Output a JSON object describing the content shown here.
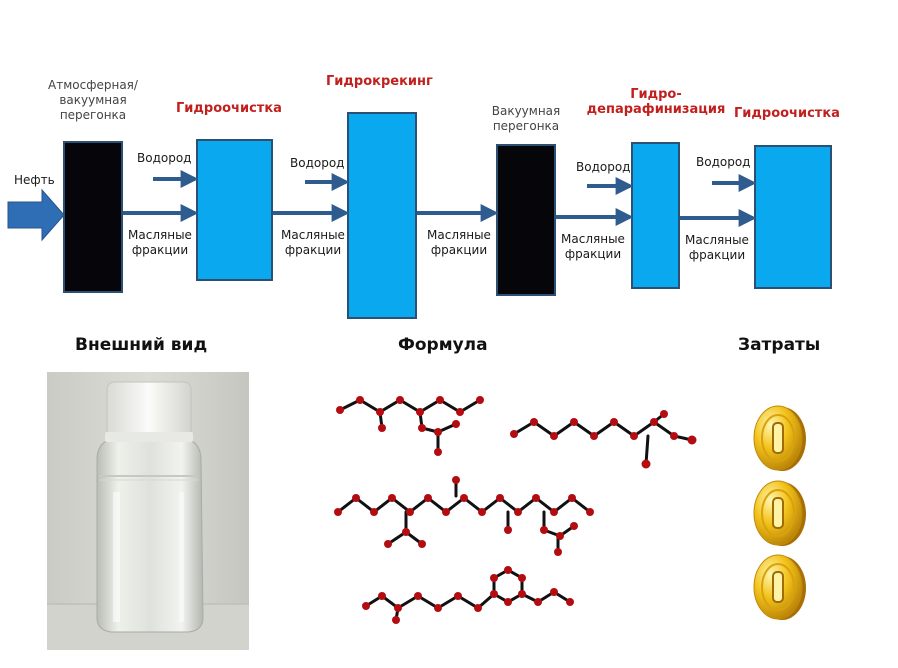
{
  "colors": {
    "unit_blue": "#0aa9ef",
    "unit_black": "#06060a",
    "unit_border": "#2c4f74",
    "arrow": "#2e5c8f",
    "accent_red": "#c0201e",
    "atom": "#b30d12",
    "coin_gold": "#f2c21a"
  },
  "flow": {
    "input_label": "Нефть",
    "stage1_title": "Атмосферная/\nвакуумная\nперегонка",
    "stage2_title": "Гидроочистка",
    "stage3_title": "Гидрокрекинг",
    "stage4_title": "Вакуумная\nперегонка",
    "stage5_title": "Гидро-\nдепарафинизация",
    "stage6_title": "Гидроочистка",
    "hydrogen": [
      "Водород",
      "Водород",
      "Водород",
      "Водород"
    ],
    "oil_fractions": [
      "Масляные\nфракции",
      "Масляные\nфракции",
      "Масляные\nфракции",
      "Масляные\nфракции",
      "Масляные\nфракции"
    ]
  },
  "sections": {
    "appearance": "Внешний вид",
    "formula": "Формула",
    "costs": "Затраты"
  },
  "icons": {
    "bottle": "bottle-photo-icon",
    "coin": "gold-coin-icon",
    "molecule": "molecule-structure-icon"
  },
  "cost_level": 3
}
